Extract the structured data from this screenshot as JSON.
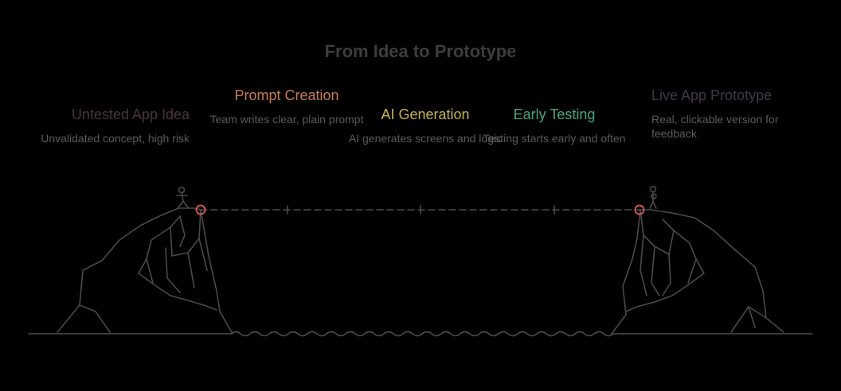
{
  "title": "From Idea to Prototype",
  "stages": [
    {
      "title": "Untested App Idea",
      "desc": "Unvalidated concept, high risk",
      "color": "#4a3634"
    },
    {
      "title": "Prompt Creation",
      "desc": "Team writes clear, plain prompt",
      "color": "#c87d4f"
    },
    {
      "title": "AI Generation",
      "desc": "AI generates screens and logic",
      "color": "#c7b24d"
    },
    {
      "title": "Early Testing",
      "desc": "Testing starts early and often",
      "color": "#48a87d"
    },
    {
      "title": "Live App Prototype",
      "desc": "Real, clickable version for feedback",
      "color": "#40384a"
    }
  ],
  "colors": {
    "background": "#000000",
    "line": "#4a4a4a",
    "endpoint": "#e05a5a"
  },
  "icons": [
    "walking-figure-icon",
    "standing-figure-icon"
  ]
}
